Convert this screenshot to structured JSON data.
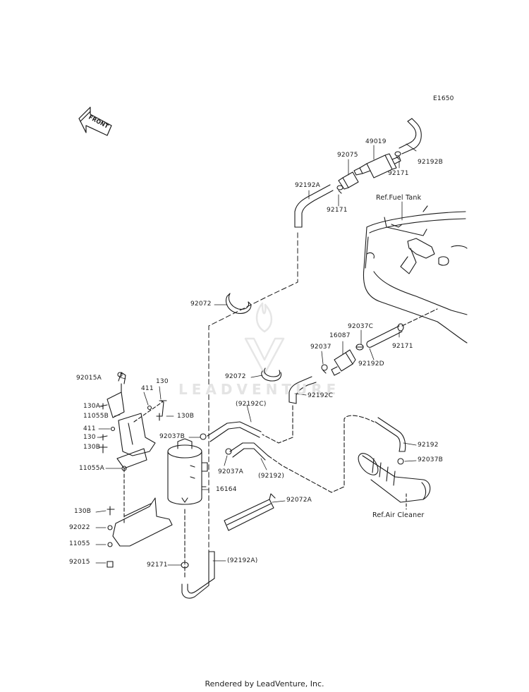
{
  "diagram_code": "E1650",
  "front_label": "FRONT",
  "watermark": "LEADVENTURE",
  "footer": "Rendered by LeadVenture, Inc.",
  "labels": {
    "l49019": "49019",
    "l92075": "92075",
    "l92192B": "92192B",
    "l92171a": "92171",
    "l92171b": "92171",
    "l92192A": "92192A",
    "refFuelTank": "Ref.Fuel Tank",
    "l92072a": "92072",
    "l16087": "16087",
    "l92037C": "92037C",
    "l92037": "92037",
    "l92171c": "92171",
    "l92192D": "92192D",
    "l92015A": "92015A",
    "l130a": "130",
    "l411a": "411",
    "l130A": "130A",
    "l130Bb": "130B",
    "l11055B": "11055B",
    "l411b": "411",
    "l130b": "130",
    "l130Ba": "130B",
    "l11055A": "11055A",
    "l92072b": "92072",
    "l92192C": "92192C",
    "l92192Cp": "(92192C)",
    "l92037B": "92037B",
    "l92037A": "92037A",
    "l92192p": "(92192)",
    "l92192": "92192",
    "l92037Bb": "92037B",
    "l16164": "16164",
    "l92072A": "92072A",
    "refAirCleaner": "Ref.Air Cleaner",
    "l130Bc": "130B",
    "l92022": "92022",
    "l11055": "11055",
    "l92015": "92015",
    "l92171d": "92171",
    "l92192Ap": "(92192A)"
  }
}
